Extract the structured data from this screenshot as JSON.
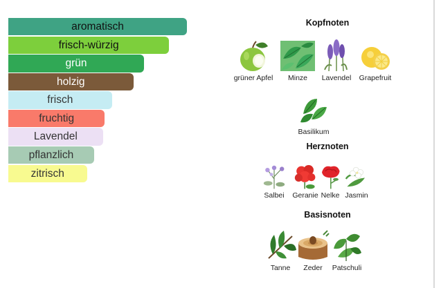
{
  "accords": {
    "items": [
      {
        "label": "aromatisch",
        "score": 100,
        "bg": "#3fa384",
        "fg": "#111111"
      },
      {
        "label": "frisch-würzig",
        "score": 90,
        "bg": "#7dcf3c",
        "fg": "#111111"
      },
      {
        "label": "grün",
        "score": 76,
        "bg": "#30a855",
        "fg": "#ffffff"
      },
      {
        "label": "holzig",
        "score": 70,
        "bg": "#7b5a3a",
        "fg": "#ffffff"
      },
      {
        "label": "frisch",
        "score": 58,
        "bg": "#c5ecf3",
        "fg": "#333333"
      },
      {
        "label": "fruchtig",
        "score": 54,
        "bg": "#f97a6a",
        "fg": "#333333"
      },
      {
        "label": "Lavendel",
        "score": 53,
        "bg": "#ece0f4",
        "fg": "#333333"
      },
      {
        "label": "pflanzlich",
        "score": 48,
        "bg": "#a7cbb4",
        "fg": "#333333"
      },
      {
        "label": "zitrisch",
        "score": 44,
        "bg": "#f8fa90",
        "fg": "#333333"
      }
    ]
  },
  "pyramid": {
    "top": {
      "title": "Kopfnoten",
      "notes": [
        {
          "label": "grüner Apfel",
          "icon": "green-apple-icon"
        },
        {
          "label": "Minze",
          "icon": "mint-icon"
        },
        {
          "label": "Lavendel",
          "icon": "lavender-icon"
        },
        {
          "label": "Grapefruit",
          "icon": "grapefruit-icon"
        },
        {
          "label": "Basilikum",
          "icon": "basil-icon"
        }
      ]
    },
    "heart": {
      "title": "Herznoten",
      "notes": [
        {
          "label": "Salbei",
          "icon": "sage-icon"
        },
        {
          "label": "Geranie",
          "icon": "geranium-icon"
        },
        {
          "label": "Nelke",
          "icon": "carnation-icon"
        },
        {
          "label": "Jasmin",
          "icon": "jasmine-icon"
        }
      ]
    },
    "base": {
      "title": "Basisnoten",
      "notes": [
        {
          "label": "Tanne",
          "icon": "fir-icon"
        },
        {
          "label": "Zeder",
          "icon": "cedar-icon"
        },
        {
          "label": "Patschuli",
          "icon": "patchouli-icon"
        }
      ]
    }
  }
}
